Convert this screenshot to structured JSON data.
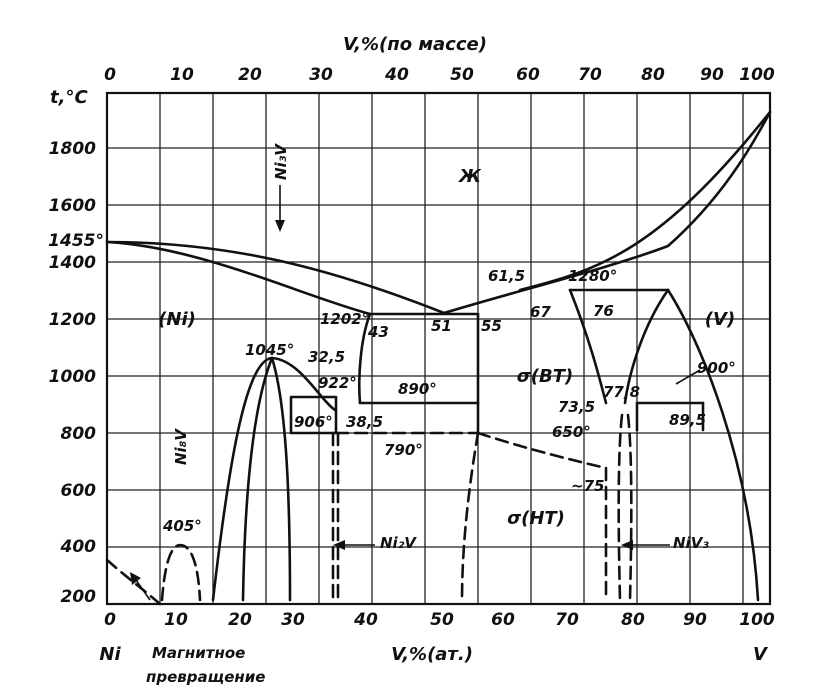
{
  "top_axis": {
    "title": "V,%(по массе)",
    "ticks": [
      "0",
      "10",
      "20",
      "30",
      "40",
      "50",
      "60",
      "70",
      "80",
      "90",
      "100"
    ]
  },
  "bottom_axis": {
    "title": "V,%(ат.)",
    "ticks": [
      "0",
      "10",
      "20",
      "30",
      "40",
      "50",
      "60",
      "70",
      "80",
      "90",
      "100"
    ],
    "left_end": "Ni",
    "right_end": "V"
  },
  "y_axis": {
    "title": "t,°C",
    "ticks": [
      "200",
      "400",
      "600",
      "800",
      "1000",
      "1200",
      "1400",
      "1600",
      "1800"
    ],
    "special": "1455°"
  },
  "phases": {
    "liquid": "Ж",
    "ni_solid": "(Ni)",
    "v_solid": "(V)",
    "sigma_ht": "σ(ВТ)",
    "sigma_lt": "σ(НТ)"
  },
  "compounds": {
    "ni3v": "Ni₃V",
    "ni8v": "Ni₈V",
    "ni2v": "Ni₂V",
    "niv3": "NiV₃"
  },
  "annotations": {
    "t1202": "1202°",
    "c43": "43",
    "c51": "51",
    "c55": "55",
    "c61_5": "61,5",
    "t1280": "1280°",
    "c67": "67",
    "c76": "76",
    "t1045": "1045°",
    "c32_5": "32,5",
    "t922": "922°",
    "t890": "890°",
    "t906": "906°",
    "c38_5": "38,5",
    "t790": "790°",
    "c73_5": "73,5",
    "c77_8": "77,8",
    "t900": "900°",
    "c89_5": "89,5",
    "t650": "650°",
    "c75": "~75",
    "t405": "405°"
  },
  "magnetic_note": [
    "Магнитное",
    "превращение"
  ]
}
